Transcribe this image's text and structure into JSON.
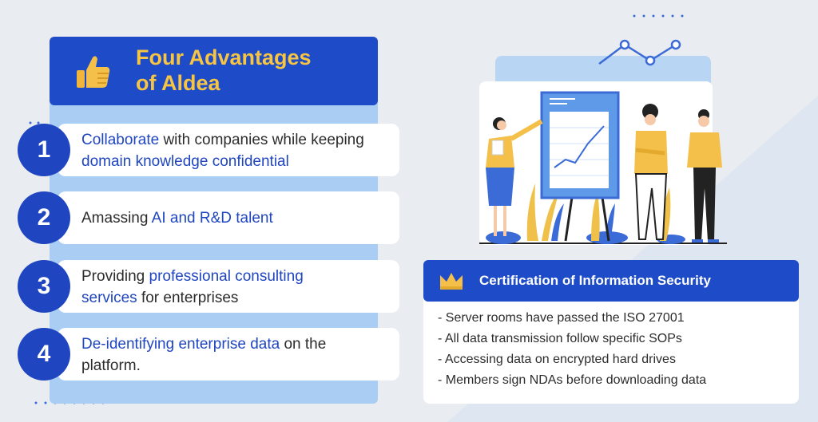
{
  "title": {
    "line1": "Four Advantages",
    "line2": "of Aldea"
  },
  "advantages": [
    {
      "number": "1",
      "parts": [
        {
          "text": "Collaborate",
          "highlight": true
        },
        {
          "text": " with companies while keeping ",
          "highlight": false
        },
        {
          "text": "domain knowledge confidential",
          "highlight": true
        }
      ]
    },
    {
      "number": "2",
      "parts": [
        {
          "text": "Amassing ",
          "highlight": false
        },
        {
          "text": "AI and R&D talent",
          "highlight": true
        }
      ]
    },
    {
      "number": "3",
      "parts": [
        {
          "text": "Providing ",
          "highlight": false
        },
        {
          "text": "professional consulting services",
          "highlight": true
        },
        {
          "text": " for enterprises",
          "highlight": false
        }
      ]
    },
    {
      "number": "4",
      "parts": [
        {
          "text": "De-identifying enterprise data",
          "highlight": true
        },
        {
          "text": " on the platform.",
          "highlight": false
        }
      ]
    }
  ],
  "certification": {
    "title": "Certification of Information Security",
    "items": [
      "- Server rooms have passed the ISO 27001",
      "- All data transmission follow specific SOPs",
      "- Accessing data on encrypted hard drives",
      "- Members sign NDAs before downloading data"
    ]
  },
  "colors": {
    "primary_blue": "#1e4bc8",
    "highlight_blue": "#1f46c0",
    "title_yellow": "#f7c542",
    "panel_light_blue": "#a9cdf3"
  },
  "icons": {
    "title": "thumbs-up-icon",
    "certification": "crown-icon"
  }
}
